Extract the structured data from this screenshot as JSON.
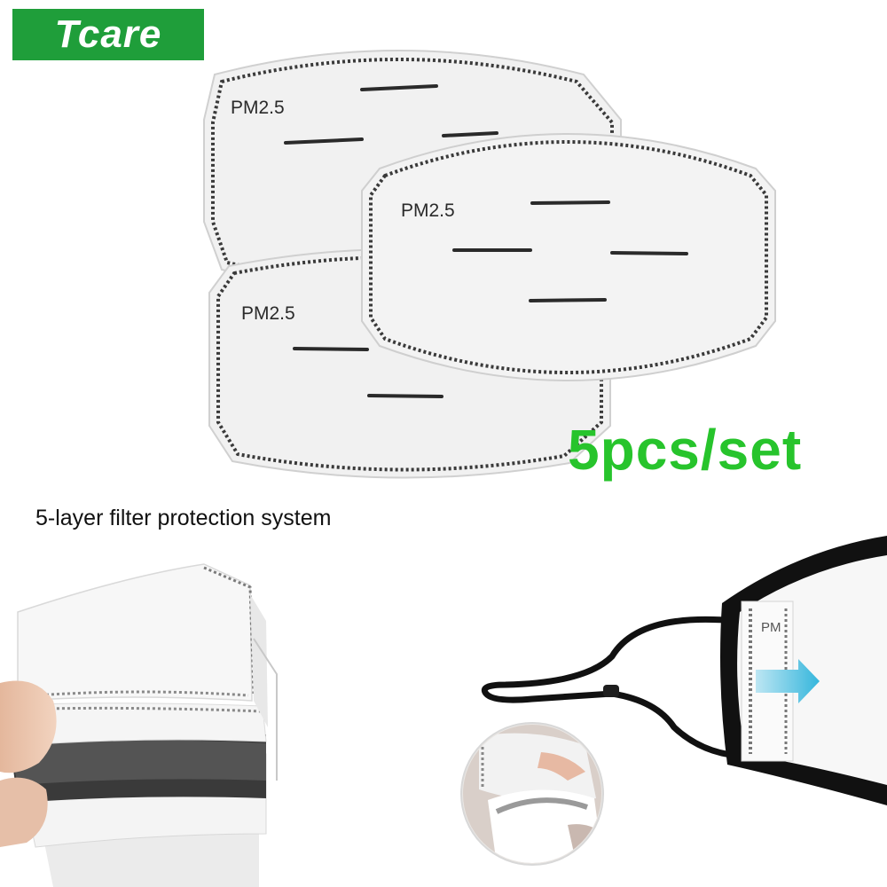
{
  "brand": {
    "name": "Tcare",
    "bg_color": "#1f9e3a"
  },
  "filters": {
    "label": "PM2.5",
    "inset_label": "PM"
  },
  "quantity": {
    "text": "5pcs/set",
    "color": "#27c42c"
  },
  "feature": {
    "text": "5-layer filter protection system"
  },
  "icons": {
    "insert_arrow": "arrow-right-icon"
  }
}
